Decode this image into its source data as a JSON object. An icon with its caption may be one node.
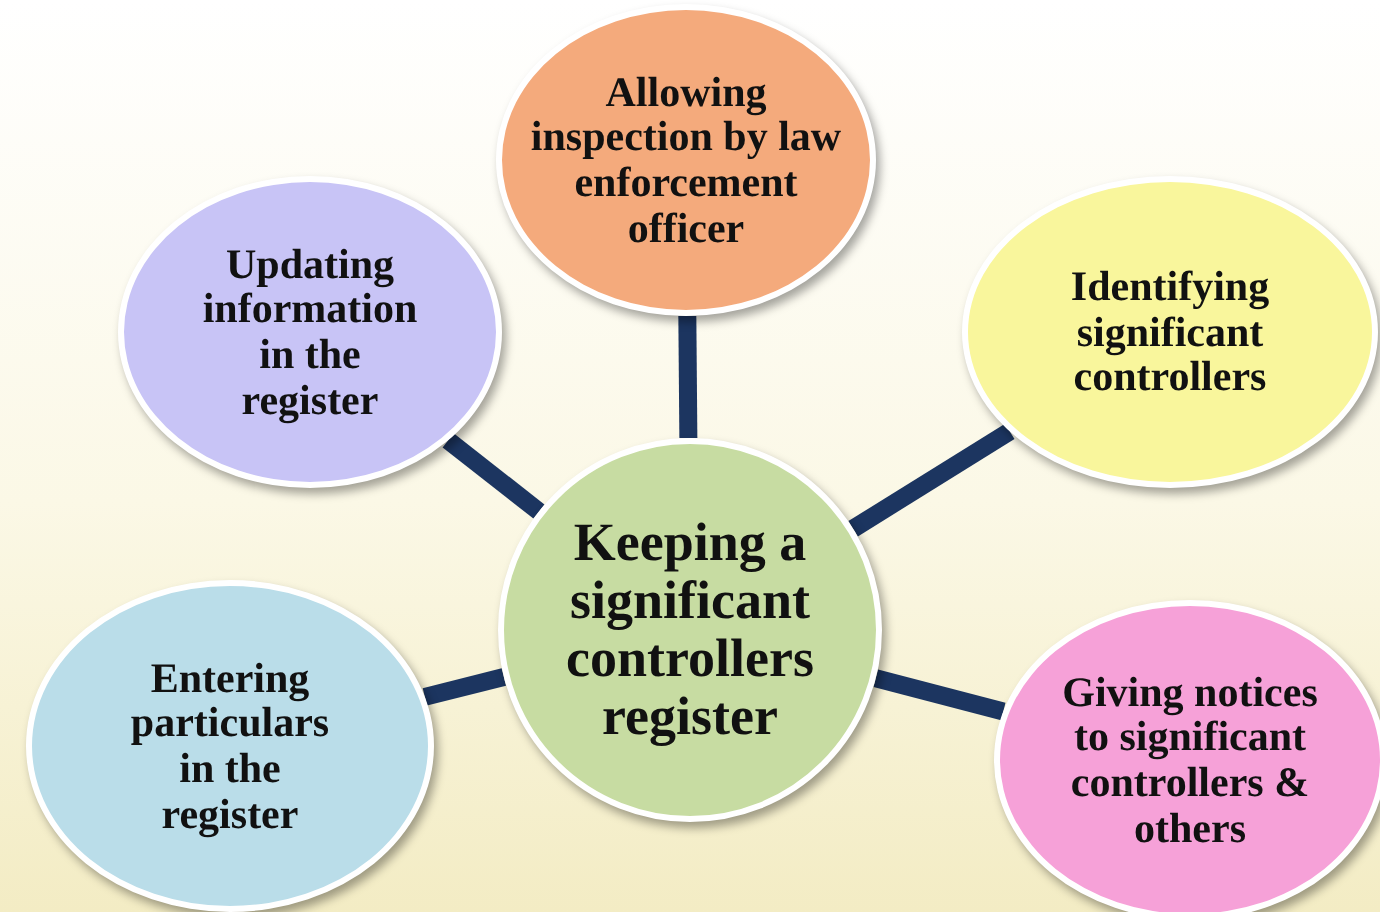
{
  "diagram": {
    "nodes": [
      {
        "text": [
          "Allowing inspection by law enforcement officer"
        ]
      },
      {
        "text": [
          "Updating information in the register"
        ]
      },
      {
        "text": [
          "Identifying significant controllers"
        ]
      },
      {
        "text": [
          "Keeping a significant controllers register"
        ]
      },
      {
        "text": [
          "Entering particulars in the register"
        ]
      },
      {
        "text": [
          "Giving notices to significant controllers & others"
        ]
      }
    ],
    "edges": [
      {
        "from": 3,
        "to": 0,
        "arrow": "none"
      },
      {
        "from": 3,
        "to": 1,
        "arrow": "none"
      },
      {
        "from": 3,
        "to": 2,
        "arrow": "none"
      },
      {
        "from": 3,
        "to": 4,
        "arrow": "none"
      },
      {
        "from": 3,
        "to": 5,
        "arrow": "none"
      }
    ]
  }
}
